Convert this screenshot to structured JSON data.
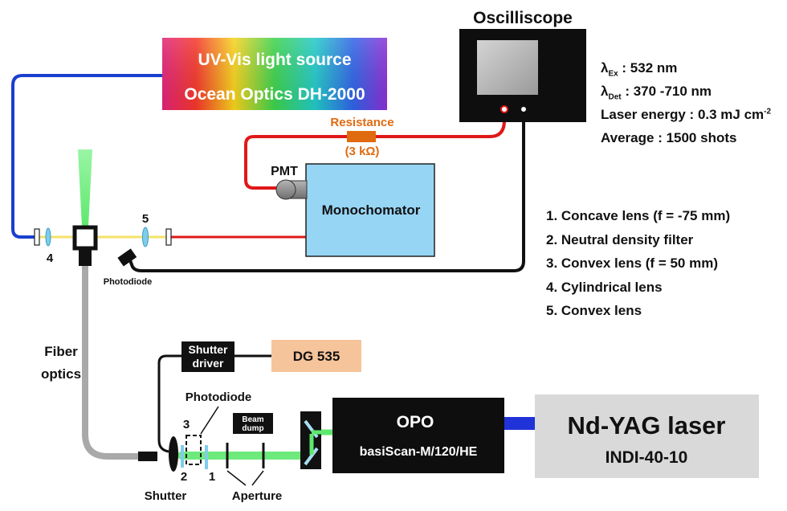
{
  "light_source": {
    "line1": "UV-Vis light source",
    "line2": "Ocean Optics DH-2000"
  },
  "oscilloscope": {
    "title": "Oscilliscope"
  },
  "resistance": {
    "label": "Resistance",
    "value": "(3 kΩ)"
  },
  "pmt": {
    "label": "PMT"
  },
  "monochromator": {
    "label": "Monochomator"
  },
  "photodiode_top": {
    "label": "Photodiode"
  },
  "photodiode_bottom": {
    "label": "Photodiode"
  },
  "fiber": {
    "line1": "Fiber",
    "line2": "optics"
  },
  "shutter_driver": {
    "line1": "Shutter",
    "line2": "driver"
  },
  "dg": {
    "label": "DG 535"
  },
  "beam_dump": {
    "line1": "Beam",
    "line2": "dump"
  },
  "opo": {
    "title": "OPO",
    "model": "basiScan-M/120/HE"
  },
  "laser": {
    "title": "Nd-YAG laser",
    "model": "INDI-40-10"
  },
  "labels": {
    "shutter": "Shutter",
    "aperture": "Aperture",
    "n1": "1",
    "n2": "2",
    "n3": "3",
    "n4": "4",
    "n5": "5"
  },
  "params": {
    "ex_symbol": "λ",
    "ex_sub": "Ex",
    "ex_value": " : 532 nm",
    "det_symbol": "λ",
    "det_sub": "Det",
    "det_value": " : 370 -710 nm",
    "energy": "Laser energy : 0.3 mJ cm",
    "energy_sup": "-2",
    "average": "Average : 1500 shots"
  },
  "components": [
    "1. Concave lens (f = -75 mm)",
    "2. Neutral density filter",
    "3. Convex lens (f = 50 mm)",
    "4. Cylindrical lens",
    "5. Convex lens"
  ],
  "colors": {
    "blue_cable": "#1a3fd0",
    "red_cable": "#e01818",
    "black_cable": "#111111",
    "fiber_gray": "#a9a9a9",
    "green_beam": "#5ee86e",
    "monochromator_fill": "#97d5f5",
    "dg_fill": "#f6c49b",
    "resistor": "#e06a10",
    "laser_fill": "#d9d9d9",
    "lens_blue": "#7fcdea"
  }
}
